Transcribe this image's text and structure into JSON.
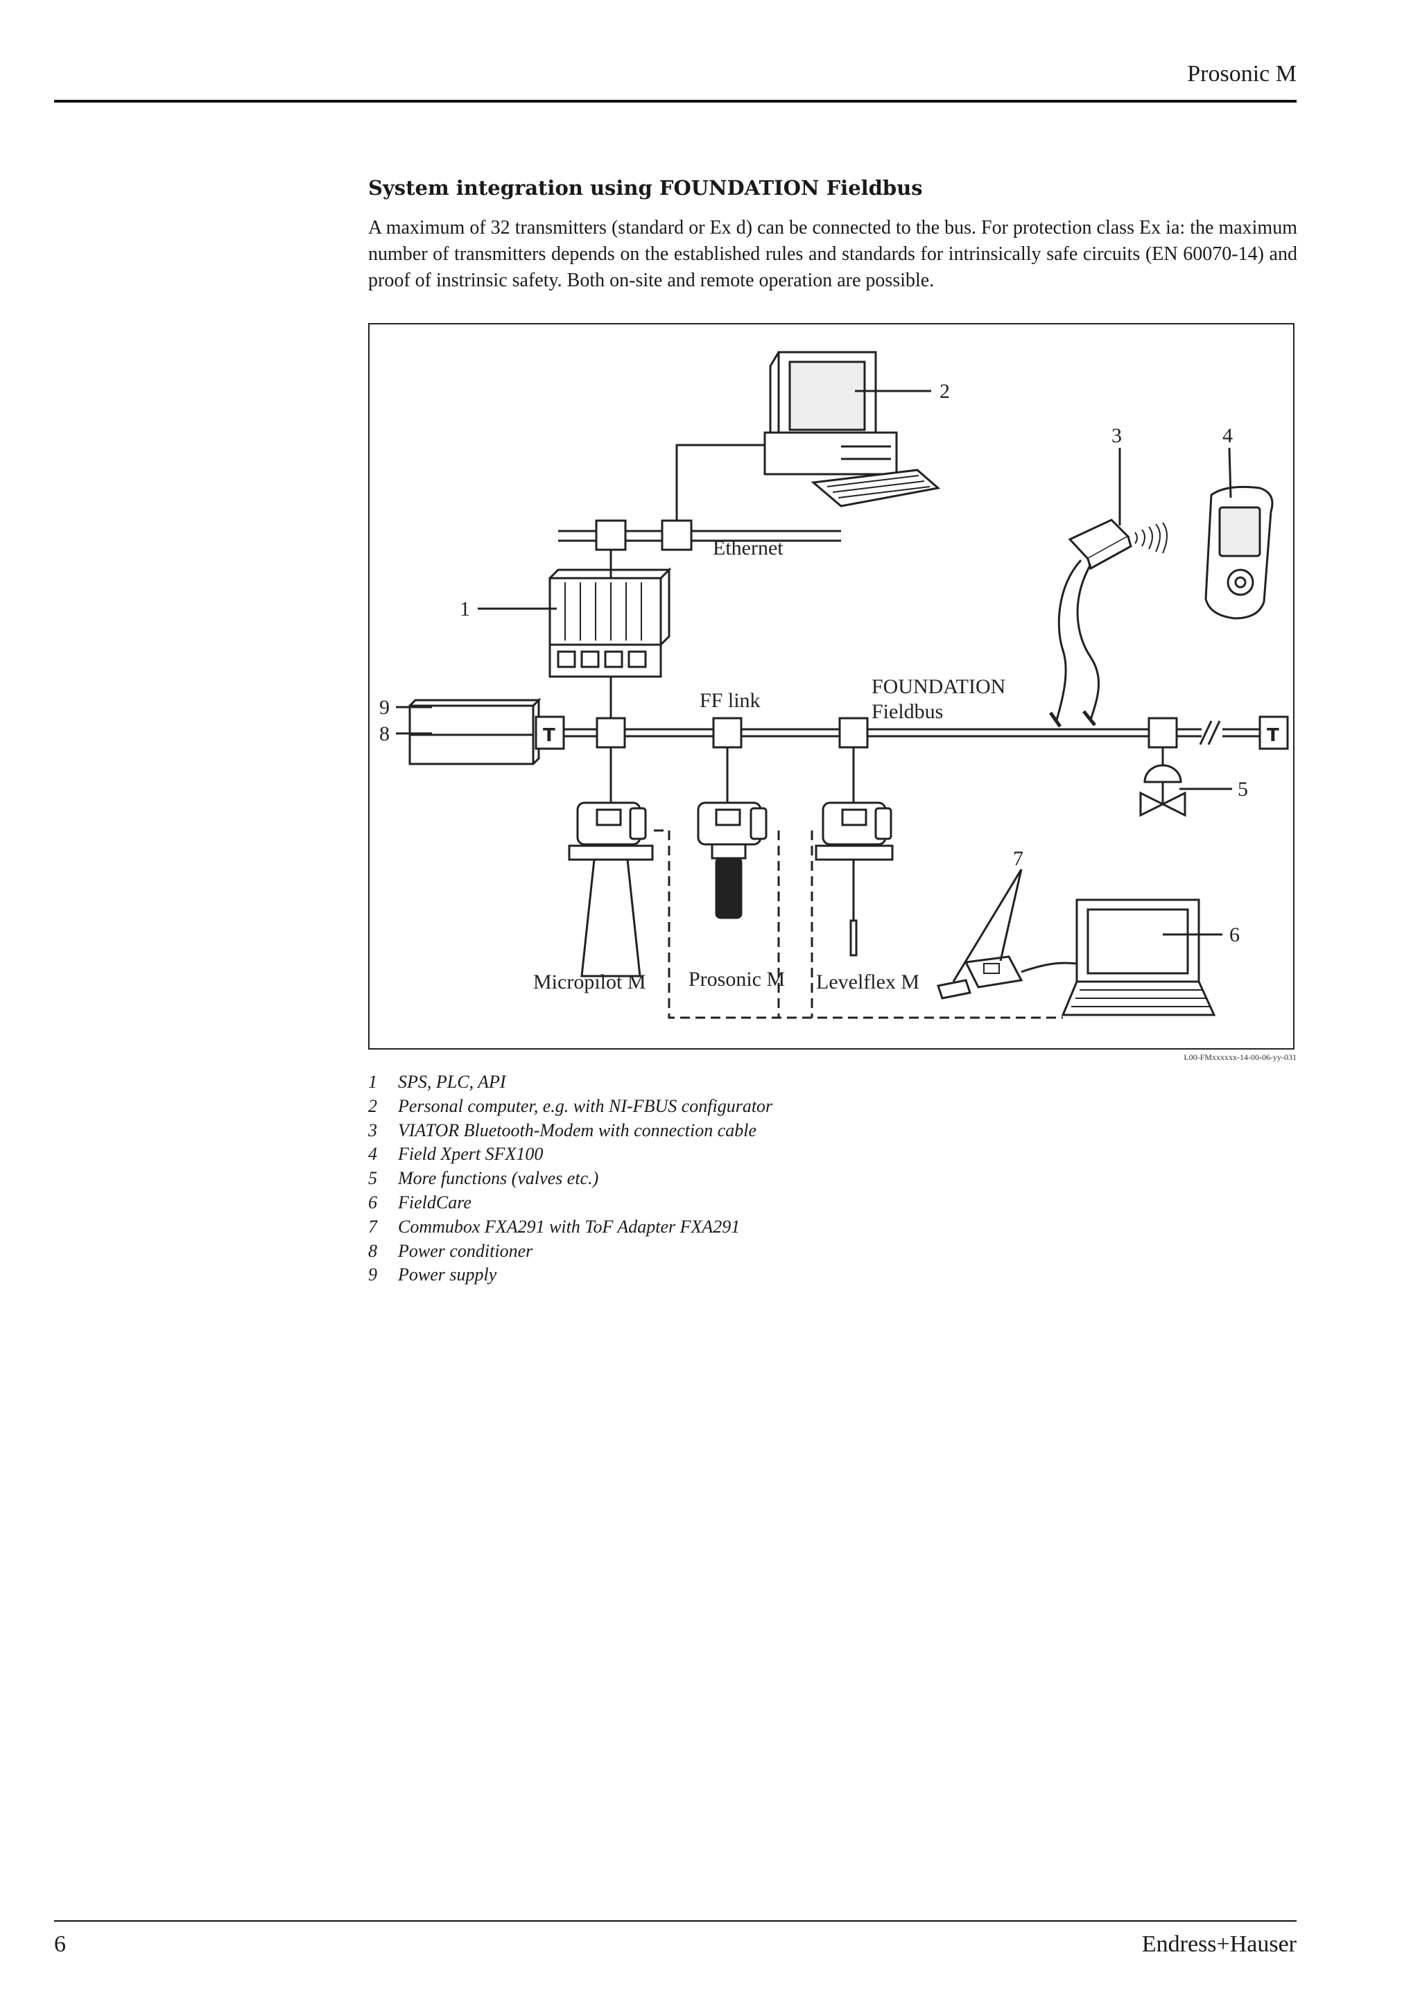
{
  "header": {
    "title": "Prosonic M"
  },
  "section": {
    "title": "System integration using FOUNDATION Fieldbus",
    "intro": "A maximum of 32 transmitters (standard or Ex d) can be connected to the bus. For protection class Ex ia: the maximum number of transmitters depends on the established rules and standards for intrinsically safe circuits (EN 60070-14) and proof of instrinsic safety. Both on-site and remote operation are possible."
  },
  "figure": {
    "labels": {
      "ethernet": "Ethernet",
      "ff_link": "FF link",
      "foundation": "FOUNDATION",
      "fieldbus": "Fieldbus",
      "micropilot": "Micropilot M",
      "prosonic": "Prosonic M",
      "levelflex": "Levelflex M",
      "terminator": "T"
    },
    "callouts": [
      "1",
      "2",
      "3",
      "4",
      "5",
      "6",
      "7",
      "8",
      "9"
    ],
    "id": "L00-FMxxxxxx-14-00-06-yy-031"
  },
  "legend": [
    {
      "num": "1",
      "text": "SPS, PLC, API"
    },
    {
      "num": "2",
      "text": "Personal computer, e.g. with NI-FBUS configurator"
    },
    {
      "num": "3",
      "text": "VIATOR Bluetooth-Modem with connection cable"
    },
    {
      "num": "4",
      "text": "Field Xpert SFX100"
    },
    {
      "num": "5",
      "text": "More functions (valves etc.)"
    },
    {
      "num": "6",
      "text": "FieldCare"
    },
    {
      "num": "7",
      "text": "Commubox FXA291 with ToF Adapter FXA291"
    },
    {
      "num": "8",
      "text": "Power conditioner"
    },
    {
      "num": "9",
      "text": "Power supply"
    }
  ],
  "footer": {
    "page": "6",
    "brand": "Endress+Hauser"
  }
}
